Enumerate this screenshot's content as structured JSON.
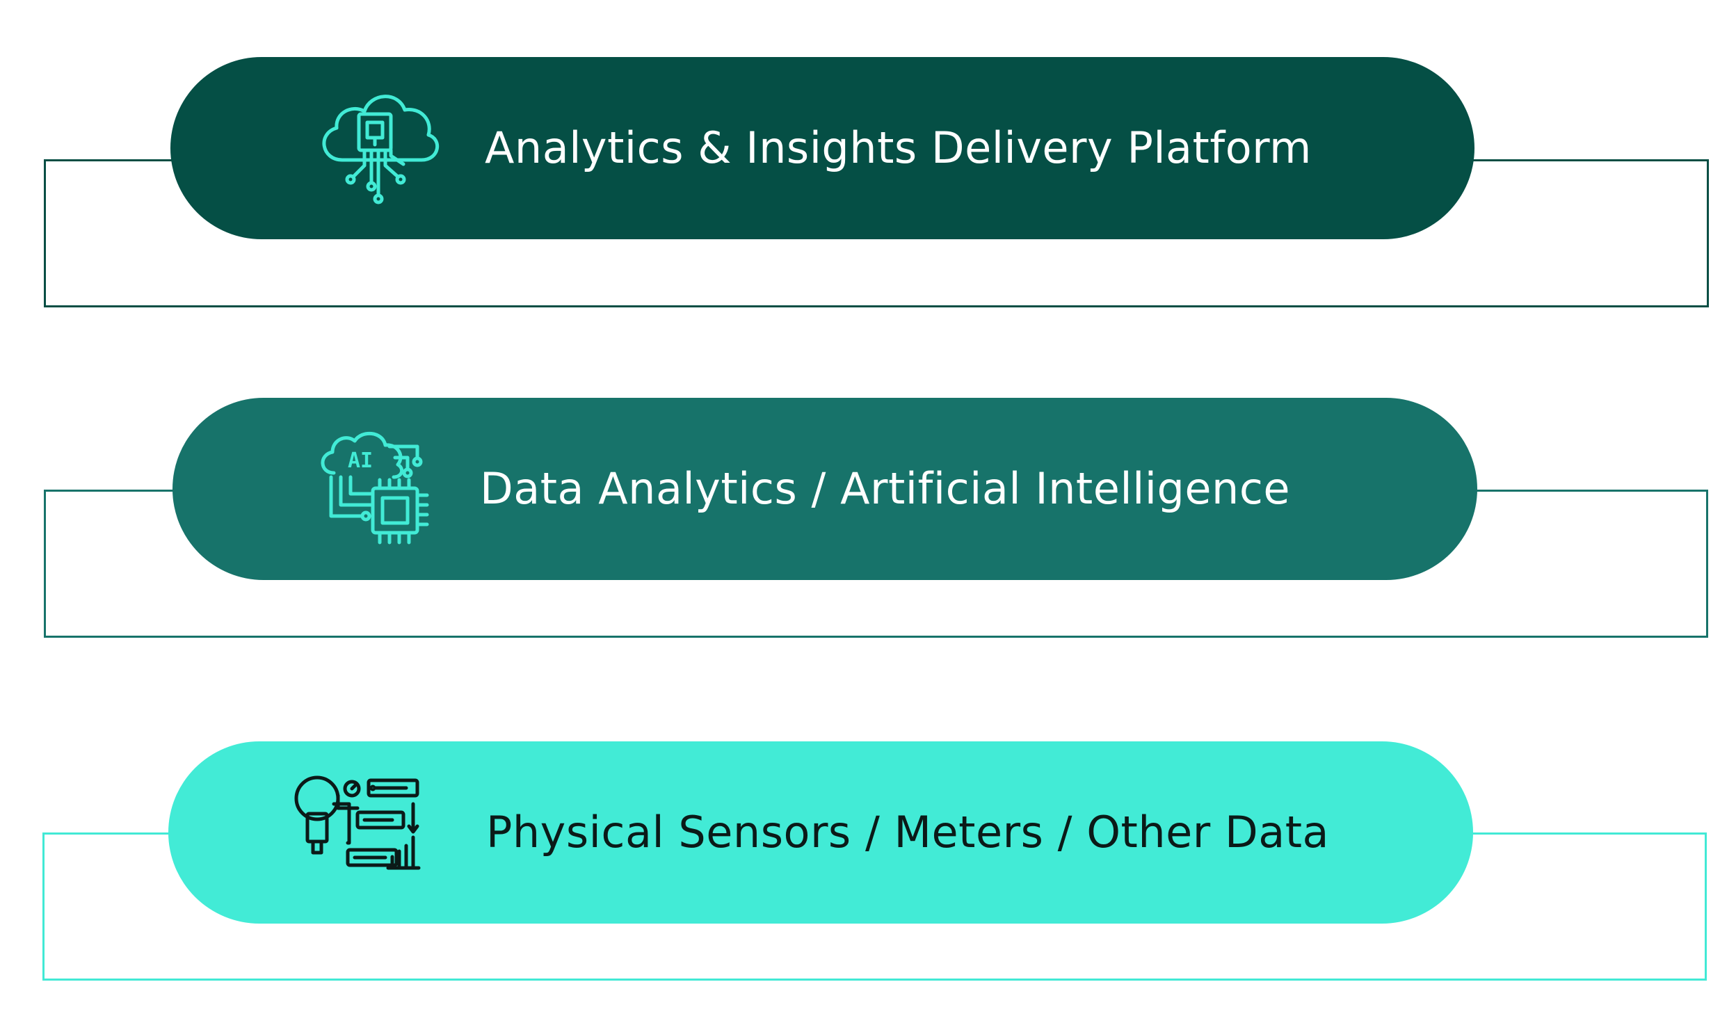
{
  "diagram": {
    "layers": [
      {
        "label": "Analytics & Insights Delivery Platform",
        "icon": "cloud-chip-icon",
        "fill_color": "#054F45",
        "frame_color": "#064E44",
        "text_color": "#FFFFFF",
        "icon_color": "#42EBD6"
      },
      {
        "label": "Data Analytics / Artificial Intelligence",
        "icon": "ai-cloud-processor-icon",
        "fill_color": "#17736A",
        "frame_color": "#17736A",
        "text_color": "#FFFFFF",
        "icon_color": "#42EBD6"
      },
      {
        "label": "Physical Sensors / Meters / Other Data",
        "icon": "sensor-meters-icon",
        "fill_color": "#42EBD6",
        "frame_color": "#42E9D5",
        "text_color": "#0B1A18",
        "icon_color": "#0B1A18"
      }
    ],
    "ai_icon_text": "AI"
  }
}
